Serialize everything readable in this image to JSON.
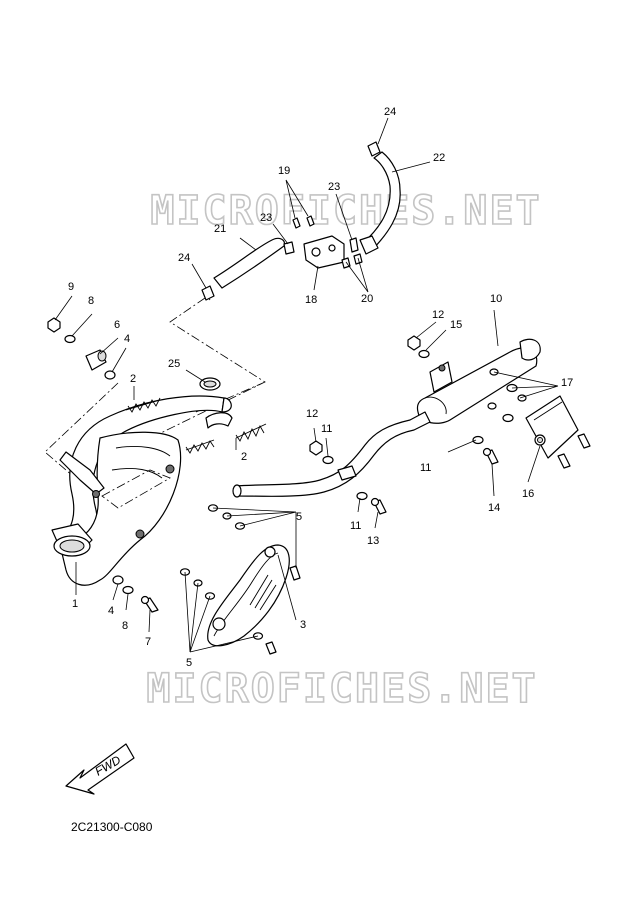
{
  "watermark": "MICROFICHES.NET",
  "fwd_label": "FWD",
  "diagram_code": "2C21300-C080",
  "callouts": [
    {
      "id": "c1",
      "text": "1"
    },
    {
      "id": "c2a",
      "text": "2"
    },
    {
      "id": "c2b",
      "text": "2"
    },
    {
      "id": "c3",
      "text": "3"
    },
    {
      "id": "c4a",
      "text": "4"
    },
    {
      "id": "c4b",
      "text": "4"
    },
    {
      "id": "c5a",
      "text": "5"
    },
    {
      "id": "c5b",
      "text": "5"
    },
    {
      "id": "c6",
      "text": "6"
    },
    {
      "id": "c7",
      "text": "7"
    },
    {
      "id": "c8a",
      "text": "8"
    },
    {
      "id": "c8b",
      "text": "8"
    },
    {
      "id": "c9",
      "text": "9"
    },
    {
      "id": "c10",
      "text": "10"
    },
    {
      "id": "c11a",
      "text": "11"
    },
    {
      "id": "c11b",
      "text": "11"
    },
    {
      "id": "c11c",
      "text": "11"
    },
    {
      "id": "c12a",
      "text": "12"
    },
    {
      "id": "c12b",
      "text": "12"
    },
    {
      "id": "c13",
      "text": "13"
    },
    {
      "id": "c14",
      "text": "14"
    },
    {
      "id": "c15",
      "text": "15"
    },
    {
      "id": "c16",
      "text": "16"
    },
    {
      "id": "c17",
      "text": "17"
    },
    {
      "id": "c18",
      "text": "18"
    },
    {
      "id": "c19",
      "text": "19"
    },
    {
      "id": "c20",
      "text": "20"
    },
    {
      "id": "c21",
      "text": "21"
    },
    {
      "id": "c22",
      "text": "22"
    },
    {
      "id": "c23a",
      "text": "23"
    },
    {
      "id": "c23b",
      "text": "23"
    },
    {
      "id": "c24a",
      "text": "24"
    },
    {
      "id": "c24b",
      "text": "24"
    },
    {
      "id": "c25",
      "text": "25"
    }
  ]
}
